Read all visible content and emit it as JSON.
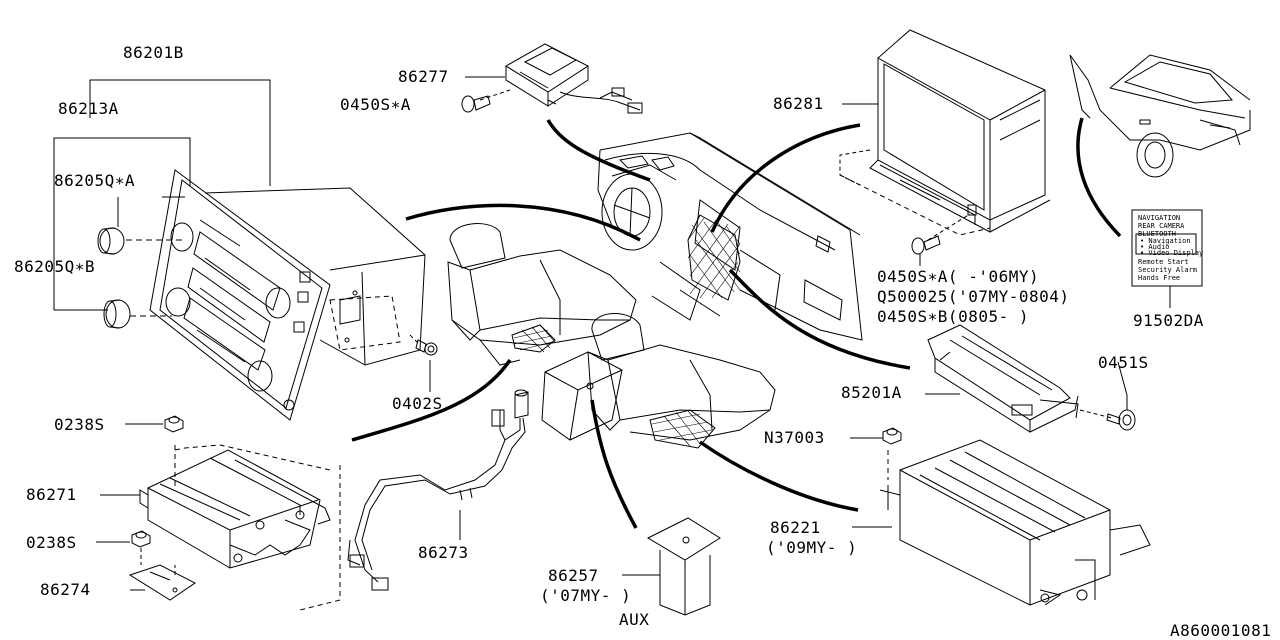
{
  "labels": {
    "l86201b": "86201B",
    "l86213a": "86213A",
    "l86205qa": "86205Q∗A",
    "l86205qb": "86205Q∗B",
    "l0402s": "0402S",
    "l86277": "86277",
    "l0450sa_top": "0450S∗A",
    "l86281": "86281",
    "l0450sa_mid": "0450S∗A(  -'06MY)",
    "lq500025": "Q500025('07MY-0804)",
    "l0450sb": "0450S∗B(0805-  )",
    "l91502da": "91502DA",
    "l0451s": "0451S",
    "l85201a": "85201A",
    "ln37003": "N37003",
    "l86221": "86221",
    "l09my": "('09MY-  )",
    "l0238s_top": "0238S",
    "l86271": "86271",
    "l0238s_bot": "0238S",
    "l86274": "86274",
    "l86273": "86273",
    "l86257": "86257",
    "l07my": "('07MY-  )",
    "laux": "AUX",
    "lcode": "A860001081"
  },
  "sticker_lines": [
    "NAVIGATION",
    "REAR CAMERA",
    "BLUETOOTH",
    "• Navigation",
    "• Audio",
    "• Video Display",
    "Remote Start",
    "Security Alarm",
    "Hands Free"
  ]
}
